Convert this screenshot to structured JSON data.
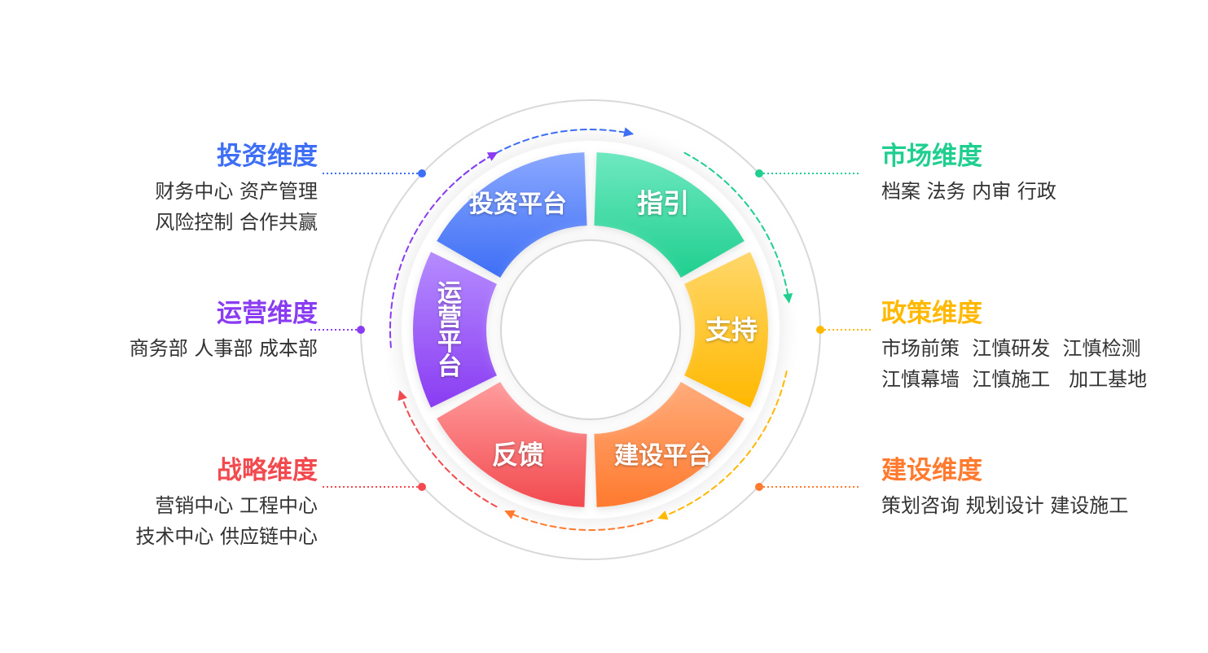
{
  "segments": [
    {
      "id": "touzi",
      "label": "投资平台",
      "color_from": "#8aa8ff",
      "color_to": "#3d6ef5"
    },
    {
      "id": "zhiyin",
      "label": "指引",
      "color_from": "#6ee8c0",
      "color_to": "#1fcf8f"
    },
    {
      "id": "zhichi",
      "label": "支持",
      "color_from": "#ffd76a",
      "color_to": "#ffb800"
    },
    {
      "id": "jianshe",
      "label": "建设平台",
      "color_from": "#ffab7a",
      "color_to": "#ff7a2e"
    },
    {
      "id": "fankui",
      "label": "反馈",
      "color_from": "#ff9c9c",
      "color_to": "#f24a4f"
    },
    {
      "id": "yunying",
      "label": "运营平台",
      "color_from": "#b58cff",
      "color_to": "#8a3cf2"
    }
  ],
  "dimensions": {
    "touzi": {
      "title": "投资维度",
      "color": "#3d6ef5",
      "lines": [
        "财务中心 资产管理",
        "风险控制 合作共赢"
      ]
    },
    "yunying": {
      "title": "运营维度",
      "color": "#8a3cf2",
      "lines": [
        "商务部 人事部 成本部"
      ]
    },
    "zhanlue": {
      "title": "战略维度",
      "color": "#f24a4f",
      "lines": [
        "营销中心 工程中心",
        "技术中心 供应链中心"
      ]
    },
    "shichang": {
      "title": "市场维度",
      "color": "#1fcf8f",
      "lines": [
        "档案 法务 内审 行政"
      ]
    },
    "zhengce": {
      "title": "政策维度",
      "color": "#ffb800",
      "lines": [
        "市场前策  江慎研发  江慎检测",
        "江慎幕墙  江慎施工   加工基地"
      ]
    },
    "jianshe": {
      "title": "建设维度",
      "color": "#ff7a2e",
      "lines": [
        "策划咨询 规划设计 建设施工"
      ]
    }
  }
}
